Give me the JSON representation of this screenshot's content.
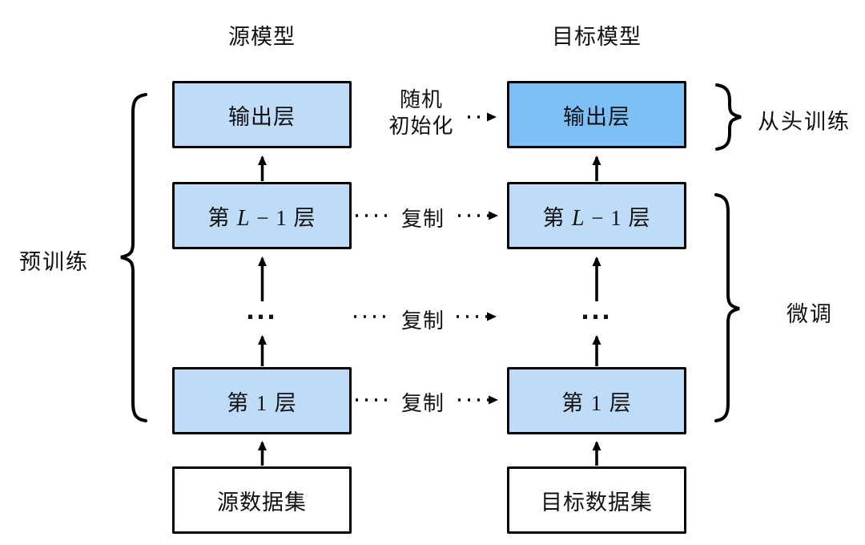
{
  "colors": {
    "bg": "#ffffff",
    "box-light": "#bedcf8",
    "box-highlight": "#7dc0f8",
    "box-white": "#ffffff",
    "line": "#000000"
  },
  "titles": {
    "source": "源模型",
    "target": "目标模型"
  },
  "source_model": {
    "output_layer": "输出层",
    "layer_lminus1": {
      "zh1": "第 ",
      "math_italic": "L",
      "math_rest": " − 1 ",
      "zh2": "层"
    },
    "ellipsis": "...",
    "layer_1": {
      "zh1": "第 ",
      "num": "1",
      "zh2": " 层"
    },
    "dataset": "源数据集"
  },
  "target_model": {
    "output_layer": "输出层",
    "layer_lminus1": {
      "zh1": "第 ",
      "math_italic": "L",
      "math_rest": " − 1 ",
      "zh2": "层"
    },
    "ellipsis": "...",
    "layer_1": {
      "zh1": "第 ",
      "num": "1",
      "zh2": " 层"
    },
    "dataset": "目标数据集"
  },
  "annotations": {
    "pretrain": "预训练",
    "finetune": "微调",
    "train_from_scratch": "从头训练",
    "random_init_line1": "随机",
    "random_init_line2": "初始化",
    "copy": "复制"
  }
}
